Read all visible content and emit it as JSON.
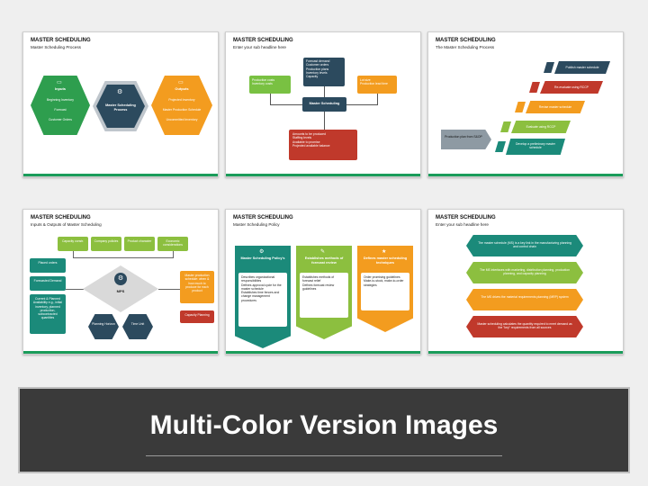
{
  "colors": {
    "green": "#2e9e4e",
    "orange": "#f39c1f",
    "navy": "#2c4a5e",
    "red": "#c0392b",
    "teal": "#1b8a7a",
    "olive": "#8cbf3f",
    "lime": "#79c142"
  },
  "s1": {
    "title": "MASTER SCHEDULING",
    "sub": "Master Scheduling Process",
    "inputs": {
      "head": "Inputs",
      "items": [
        "Beginning Inventory",
        "Forecast",
        "Customer Orders"
      ]
    },
    "center": "Master Scheduling Process",
    "outputs": {
      "head": "Outputs",
      "items": [
        "Projected Inventory",
        "Master Production Schedule",
        "Uncommitted Inventory"
      ]
    }
  },
  "s2": {
    "title": "MASTER SCHEDULING",
    "sub": "Enter your sub headline here",
    "top": [
      "Forecast demand",
      "Customer orders",
      "Production plans",
      "Inventory levels",
      "Capacity"
    ],
    "left": [
      "Production costs",
      "Inventory costs"
    ],
    "right": [
      "Lot size",
      "Production lead time"
    ],
    "center": "Master Scheduling",
    "bottom": [
      "Amounts to be produced",
      "Staffing levels",
      "Available to promise",
      "Projected available balance"
    ]
  },
  "s3": {
    "title": "MASTER SCHEDULING",
    "sub": "The Master Scheduling Process",
    "steps": [
      "Publish master schedule",
      "Re-evaluate using RCCP",
      "Revise master schedule",
      "Evaluate using RCCP",
      "Develop a preliminary master schedule"
    ],
    "start": "Production plan from S&OP"
  },
  "s4": {
    "title": "MASTER SCHEDULING",
    "sub": "Inputs & Outputs of Master Scheduling",
    "top": [
      "Capacity constr.",
      "Company policies",
      "Product character",
      "Economic considerations"
    ],
    "left": [
      "Placed orders",
      "Forecasted Demand",
      "Current & Planned Availability e.g., initial inventory, planned production, subcontracted quantities"
    ],
    "center": "MPS",
    "bottom": [
      "Planning Horizon",
      "Time Unit"
    ],
    "right": [
      "Master production schedule: when & how much to produce for each product",
      "Capacity Planning"
    ]
  },
  "s5": {
    "title": "MASTER SCHEDULING",
    "sub": "Master Scheduling Policy",
    "cards": [
      {
        "head": "Master Scheduling Policy's",
        "items": [
          "Describes organizational responsibilities",
          "Defines approval cycle for the master schedule",
          "Establishes time fences and change management procedures"
        ]
      },
      {
        "head": "Establishes methods of forecast review",
        "items": [
          "Establishes methods of forecast relief",
          "Defines forecast review guidelines"
        ]
      },
      {
        "head": "Defines master scheduling techniques",
        "items": [
          "Order promising guidelines",
          "Make-to-stock, make-to-order strategies"
        ]
      }
    ]
  },
  "s6": {
    "title": "MASTER SCHEDULING",
    "sub": "Enter your sub headline here",
    "rows": [
      "The master schedule (MS) is a key link in the manufacturing planning and control chain",
      "The MS interfaces with marketing, distribution planning, production planning, and capacity planning",
      "The MS drives the material requirements planning (MRP) system",
      "Master scheduling calculates the quantity required to meet demand as the \"key\" requirements from all sources"
    ]
  },
  "banner": {
    "title": "Multi-Color Version Images"
  }
}
